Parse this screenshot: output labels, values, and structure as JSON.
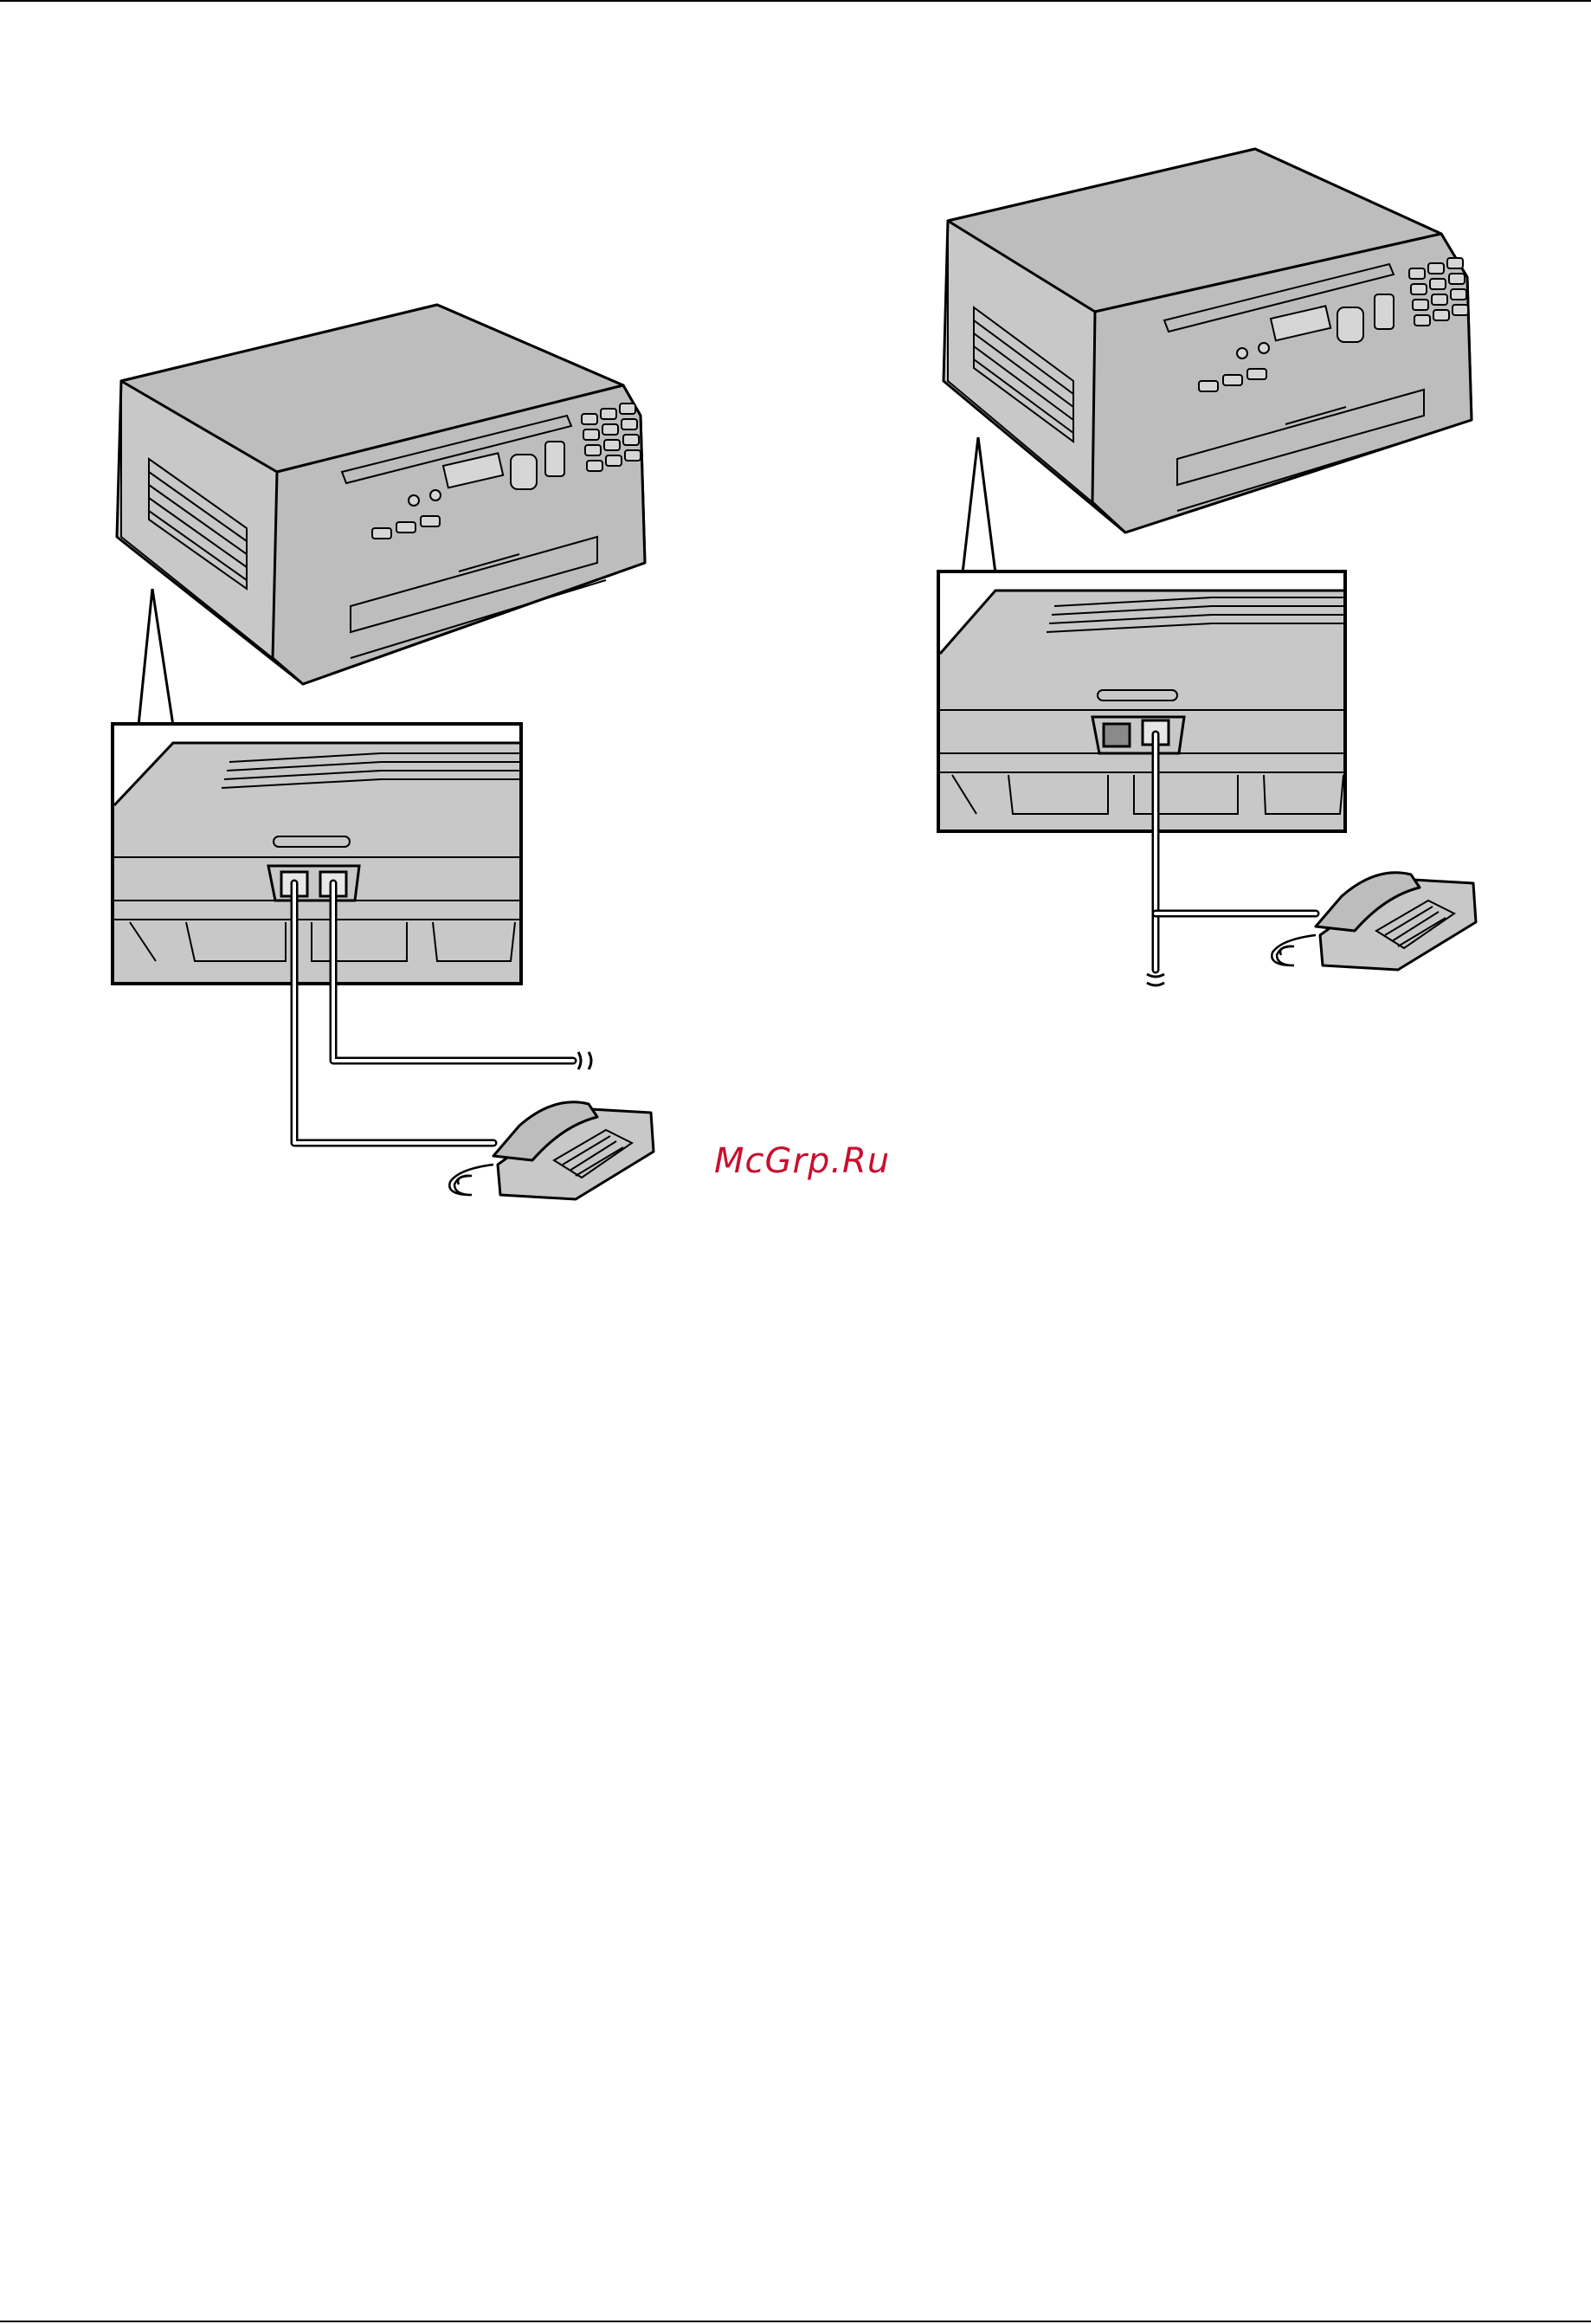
{
  "watermark": {
    "text": "McGrp.Ru",
    "color": "#c8102e"
  },
  "figures": [
    {
      "id": "left",
      "jacks": 2,
      "description_icon": "fax-machine-with-two-jacks"
    },
    {
      "id": "right",
      "jacks": 1,
      "description_icon": "fax-machine-with-single-jack"
    }
  ],
  "colors": {
    "device_gray": "#c8c8c8",
    "line": "#000000"
  }
}
